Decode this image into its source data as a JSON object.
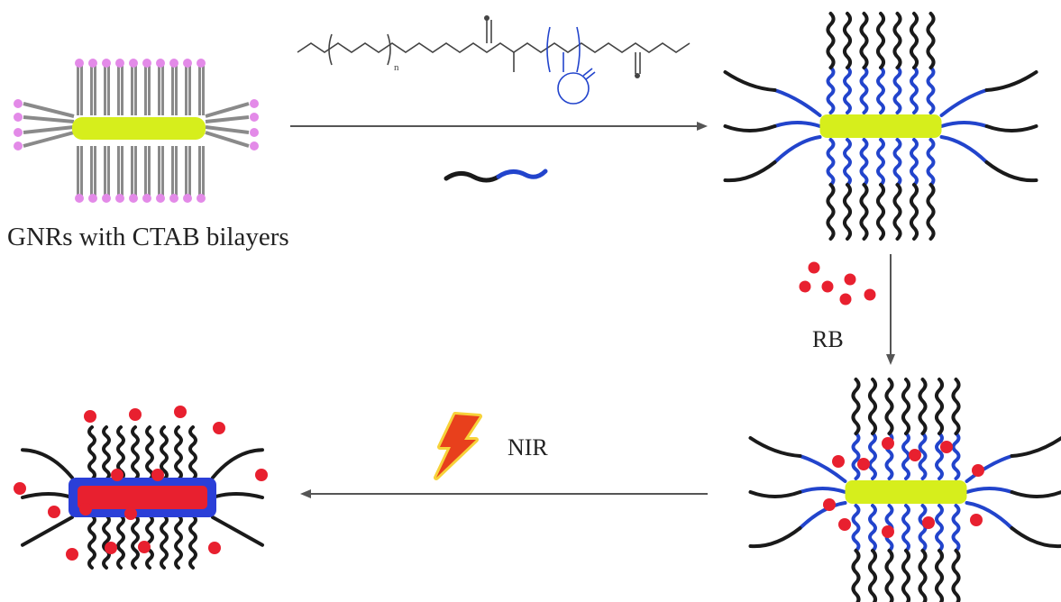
{
  "labels": {
    "gnr_caption": "GNRs with CTAB bilayers",
    "rb": "RB",
    "nir": "NIR",
    "monomer_subscript": "n"
  },
  "colors": {
    "background": "#ffffff",
    "gold_rod": "#d6ee1c",
    "ctab_head": "#e38ae8",
    "ctab_tail": "#8a8a8a",
    "peg_chain": "#1a1a1a",
    "pnipam_chain": "#2244cc",
    "rb_dot": "#e8202f",
    "shrunk_shell": "#2b3fd8",
    "arrow": "#555555",
    "lightning_fill": "#e8401c",
    "lightning_glow": "#f7d23a"
  },
  "icons": {
    "lightning": "lightning-bolt-icon"
  }
}
